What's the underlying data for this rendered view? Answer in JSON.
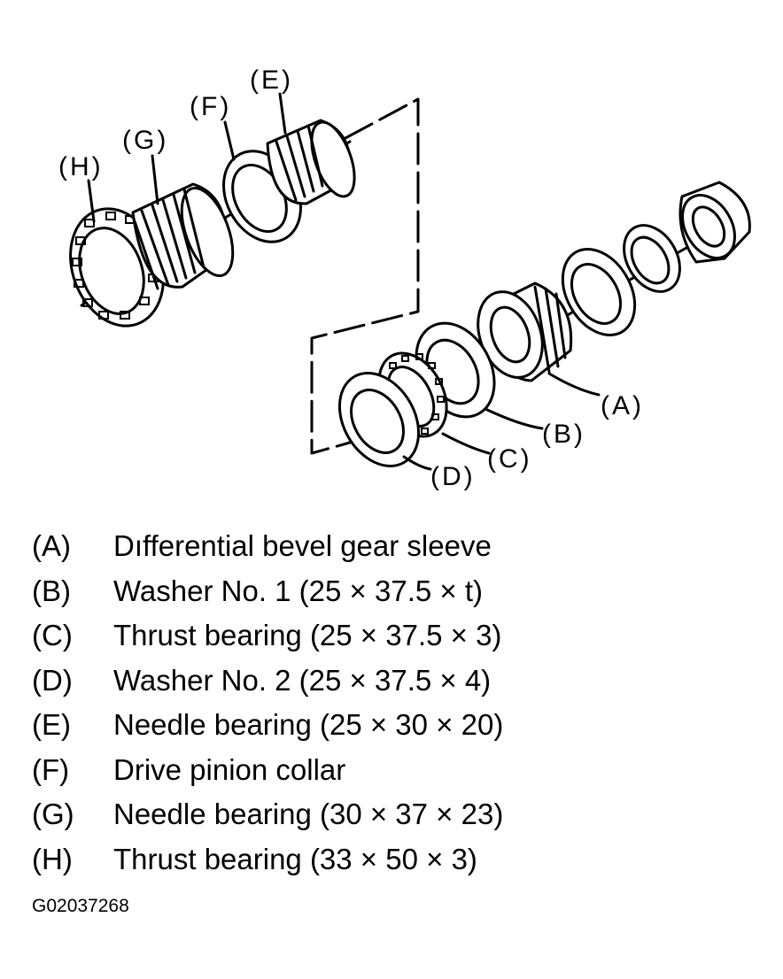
{
  "callouts": {
    "a": "(A)",
    "b": "(B)",
    "c": "(C)",
    "d": "(D)",
    "e": "(E)",
    "f": "(F)",
    "g": "(G)",
    "h": "(H)"
  },
  "legend": [
    {
      "letter": "(A)",
      "text": "Dıfferential bevel gear sleeve"
    },
    {
      "letter": "(B)",
      "text": "Washer No. 1 (25 × 37.5 × t)"
    },
    {
      "letter": "(C)",
      "text": "Thrust bearing (25 × 37.5 × 3)"
    },
    {
      "letter": "(D)",
      "text": "Washer No. 2 (25 × 37.5 × 4)"
    },
    {
      "letter": "(E)",
      "text": "Needle bearing (25 × 30 × 20)"
    },
    {
      "letter": "(F)",
      "text": "Drive pinion collar"
    },
    {
      "letter": "(G)",
      "text": "Needle bearing (30 × 37 × 23)"
    },
    {
      "letter": "(H)",
      "text": "Thrust bearing (33 × 50 × 3)"
    }
  ],
  "figure_id": "G02037268"
}
